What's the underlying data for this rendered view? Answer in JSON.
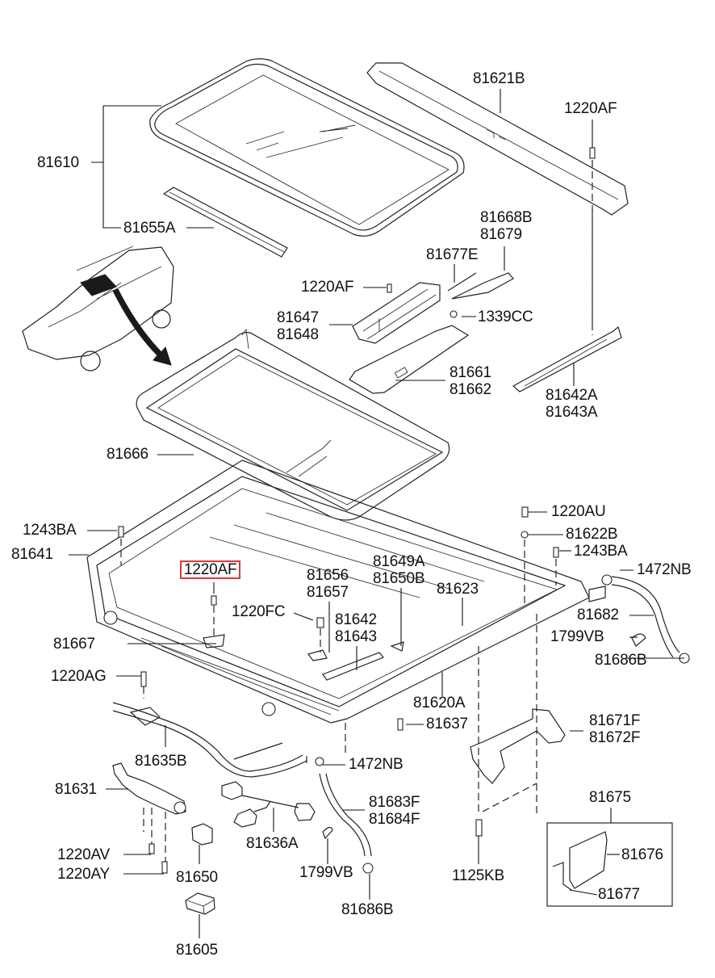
{
  "diagram": {
    "title": "Sunroof assembly exploded parts diagram",
    "highlight_color": "#e0363a",
    "line_color": "#111111",
    "highlighted_part": "1220AF",
    "parts": {
      "p81621B": "81621B",
      "p1220AF_top": "1220AF",
      "p81610": "81610",
      "p81655A": "81655A",
      "p81668B": "81668B",
      "p81679": "81679",
      "p81677E": "81677E",
      "p1220AF_mid": "1220AF",
      "p81647": "81647",
      "p81648": "81648",
      "p1339CC": "1339CC",
      "p81661": "81661",
      "p81662": "81662",
      "p81642A": "81642A",
      "p81643A": "81643A",
      "p81666": "81666",
      "p1220AU": "1220AU",
      "p81622B": "81622B",
      "p1243BA_left": "1243BA",
      "p1243BA_right": "1243BA",
      "p81641": "81641",
      "p1220AF_box": "1220AF",
      "p81649A": "81649A",
      "p81650B": "81650B",
      "p81656": "81656",
      "p81657": "81657",
      "p81623": "81623",
      "p1472NB_right": "1472NB",
      "p1220FC": "1220FC",
      "p81642": "81642",
      "p81643": "81643",
      "p81682": "81682",
      "p1799VB_right": "1799VB",
      "p81667": "81667",
      "p81686B_right": "81686B",
      "p1220AG": "1220AG",
      "p81620A": "81620A",
      "p81637": "81637",
      "p81671F": "81671F",
      "p81672F": "81672F",
      "p81635B": "81635B",
      "p1472NB_bottom": "1472NB",
      "p81631": "81631",
      "p81683F": "81683F",
      "p81684F": "81684F",
      "p81675": "81675",
      "p81636A": "81636A",
      "p81676": "81676",
      "p1220AV": "1220AV",
      "p1220AY": "1220AY",
      "p81650": "81650",
      "p1799VB_bottom": "1799VB",
      "p1125KB": "1125KB",
      "p81677": "81677",
      "p81686B_bottom": "81686B",
      "p81605": "81605"
    }
  }
}
